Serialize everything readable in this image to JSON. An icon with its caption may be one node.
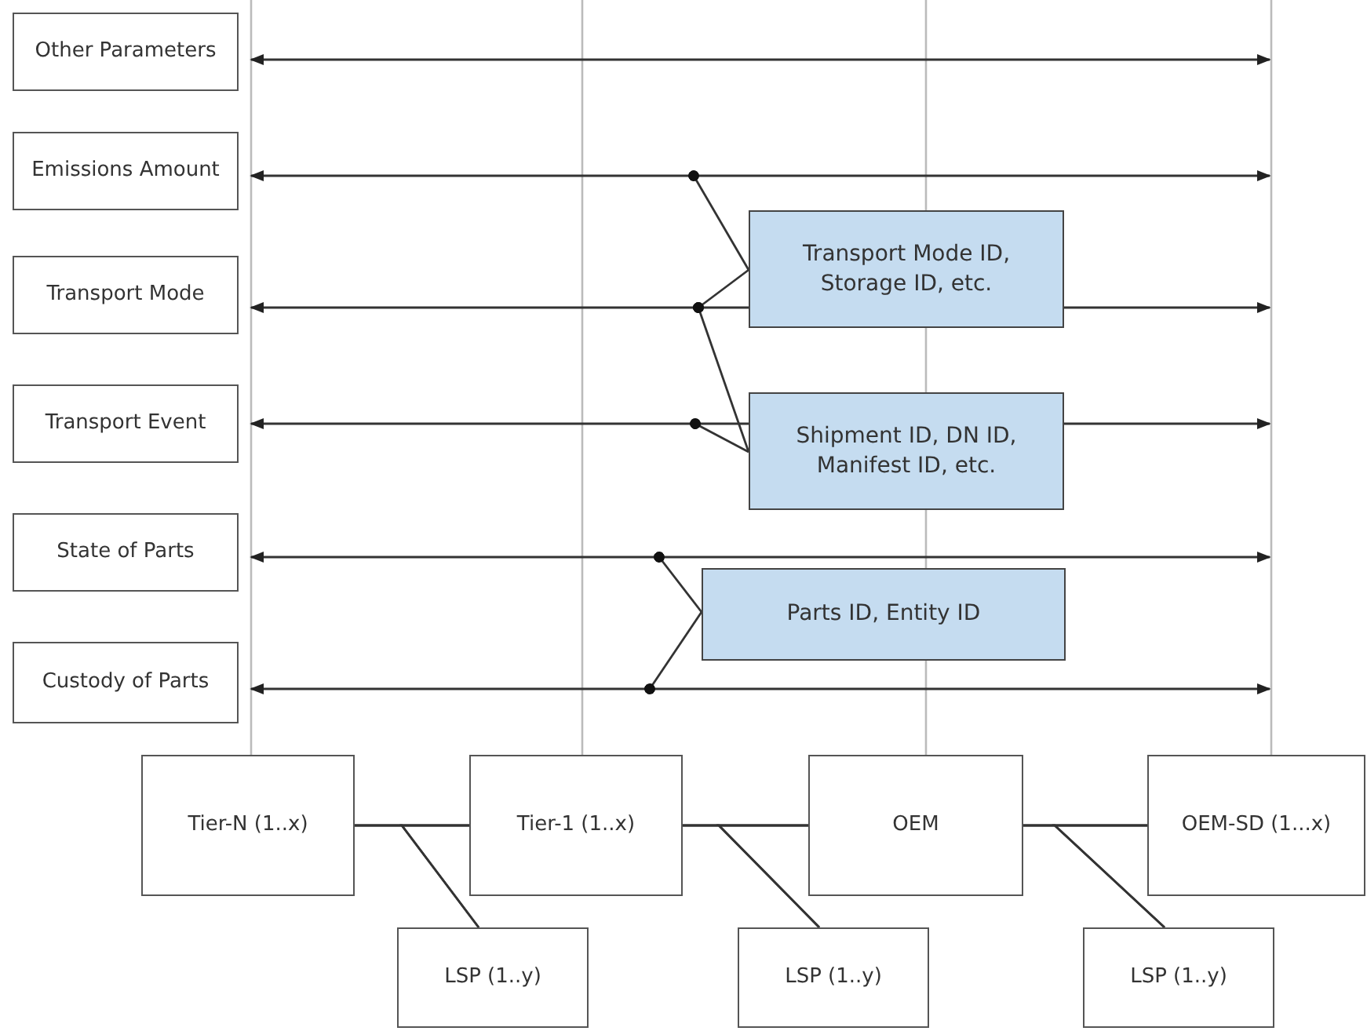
{
  "diagram": {
    "nodes": [
      {
        "text": [
          "Other Parameters"
        ]
      },
      {
        "text": [
          "Emissions Amount"
        ]
      },
      {
        "text": [
          "Transport Mode"
        ]
      },
      {
        "text": [
          "Transport Event"
        ]
      },
      {
        "text": [
          "State of Parts"
        ]
      },
      {
        "text": [
          "Custody of Parts"
        ]
      },
      {
        "text": [
          "Transport Mode ID, Storage ID, etc."
        ]
      },
      {
        "text": [
          "Shipment ID, DN ID, Manifest ID, etc."
        ]
      },
      {
        "text": [
          "Parts ID, Entity ID"
        ]
      },
      {
        "text": [
          "Tier-N (1..x)"
        ]
      },
      {
        "text": [
          "Tier-1 (1..x)"
        ]
      },
      {
        "text": [
          "OEM"
        ]
      },
      {
        "text": [
          "OEM-SD (1...x)"
        ]
      },
      {
        "text": [
          "LSP (1..y)"
        ]
      },
      {
        "text": [
          "LSP (1..y)"
        ]
      },
      {
        "text": [
          "LSP (1..y)"
        ]
      }
    ],
    "edges": [
      {
        "from": 0,
        "to": null,
        "arrow": "both"
      },
      {
        "from": 1,
        "to": null,
        "arrow": "both"
      },
      {
        "from": 2,
        "to": null,
        "arrow": "both"
      },
      {
        "from": 3,
        "to": null,
        "arrow": "both"
      },
      {
        "from": 4,
        "to": null,
        "arrow": "both"
      },
      {
        "from": 5,
        "to": null,
        "arrow": "both"
      },
      {
        "from": 6,
        "to": null,
        "arrow": "other"
      },
      {
        "from": 6,
        "to": null,
        "arrow": "other"
      },
      {
        "from": 7,
        "to": null,
        "arrow": "other"
      },
      {
        "from": 7,
        "to": null,
        "arrow": "other"
      },
      {
        "from": 8,
        "to": null,
        "arrow": "other"
      },
      {
        "from": 8,
        "to": null,
        "arrow": "other"
      },
      {
        "from": 9,
        "to": 10,
        "arrow": "none"
      },
      {
        "from": 10,
        "to": 11,
        "arrow": "none"
      },
      {
        "from": 11,
        "to": 12,
        "arrow": "none"
      },
      {
        "from": 9,
        "to": 13,
        "arrow": "none"
      },
      {
        "from": 10,
        "to": 13,
        "arrow": "none"
      },
      {
        "from": 10,
        "to": 14,
        "arrow": "none"
      },
      {
        "from": 11,
        "to": 14,
        "arrow": "none"
      },
      {
        "from": 11,
        "to": 15,
        "arrow": "none"
      },
      {
        "from": 12,
        "to": 15,
        "arrow": "none"
      }
    ]
  }
}
